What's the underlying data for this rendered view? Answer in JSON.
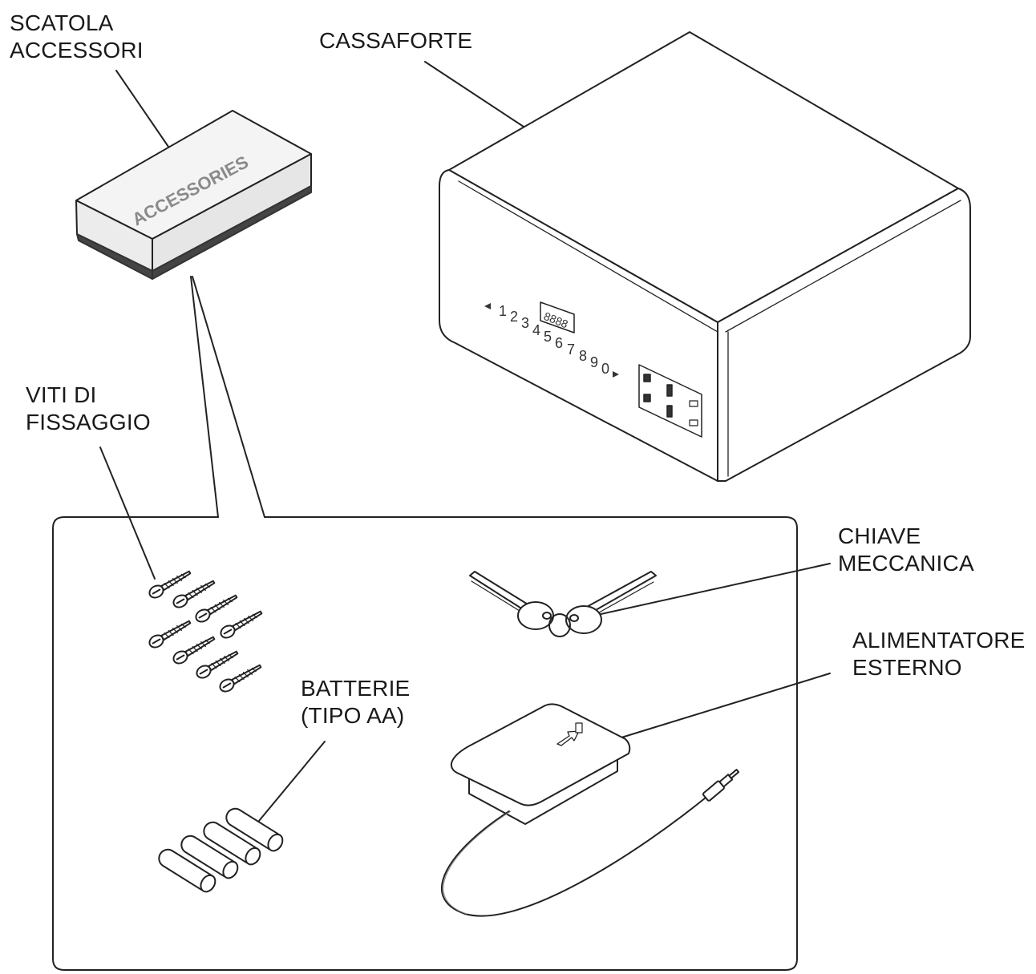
{
  "labels": {
    "accessory_box": [
      "SCATOLA",
      "ACCESSORI"
    ],
    "safe": "CASSAFORTE",
    "screws": [
      "VITI DI",
      "FISSAGGIO"
    ],
    "key": [
      "CHIAVE",
      "MECCANICA"
    ],
    "power_supply": [
      "ALIMENTATORE",
      "ESTERNO"
    ],
    "batteries": [
      "BATTERIE",
      "(TIPO AA)"
    ]
  },
  "box_print": "ACCESSORIES",
  "keypad": {
    "display": "8888",
    "digits": [
      "1",
      "2",
      "3",
      "4",
      "5",
      "6",
      "7",
      "8",
      "9",
      "0"
    ]
  },
  "colors": {
    "ink": "#222222",
    "box_face": "#f2f2f2",
    "box_text": "#8a8a8a"
  }
}
